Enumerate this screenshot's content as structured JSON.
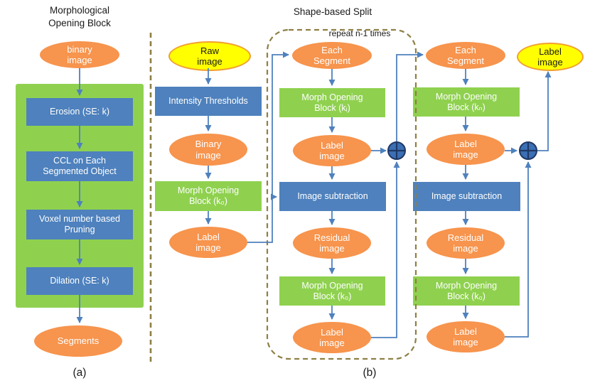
{
  "colors": {
    "orange": "#F7944D",
    "yellow": "#FFFF00",
    "blue": "#4E81BD",
    "green": "#8FD14F",
    "arrow": "#4F81BD",
    "dashed_olive": "#8E7F44",
    "merge_fill": "#3C6FB4",
    "merge_stroke": "#1F3864"
  },
  "panel_a": {
    "title": "Morphological\nOpening Block",
    "caption": "(a)",
    "nodes": {
      "binary_image": "binary\nimage",
      "erosion": "Erosion (SE: k)",
      "ccl": "CCL on Each\nSegmented Object",
      "pruning": "Voxel number based\nPruning",
      "dilation": "Dilation (SE: k)",
      "segments": "Segments"
    }
  },
  "panel_b": {
    "title": "Shape-based Split",
    "caption": "(b)",
    "repeat_label": "repeat n-1 times",
    "pipeline": {
      "raw_image": "Raw\nimage",
      "intensity_thresholds": "Intensity Thresholds",
      "binary_image": "Binary\nimage",
      "morph_opening_k0": "Morph Opening\nBlock (k₀)",
      "label_image": "Label\nimage"
    },
    "iteration": {
      "each_segment": "Each\nSegment",
      "morph_opening_ki": "Morph Opening\nBlock (kᵢ)",
      "label_image_top": "Label\nimage",
      "image_subtraction": "Image subtraction",
      "residual_image": "Residual\nimage",
      "morph_opening_k0": "Morph Opening\nBlock (k₀)",
      "label_image_bottom": "Label\nimage"
    },
    "final_pass": {
      "each_segment": "Each\nSegment",
      "morph_opening_kn": "Morph Opening\nBlock (kₙ)",
      "label_image_top": "Label\nimage",
      "image_subtraction": "Image subtraction",
      "residual_image": "Residual\nimage",
      "morph_opening_k0": "Morph Opening\nBlock (k₀)",
      "label_image_bottom": "Label\nimage",
      "label_image_final": "Label\nimage"
    }
  }
}
